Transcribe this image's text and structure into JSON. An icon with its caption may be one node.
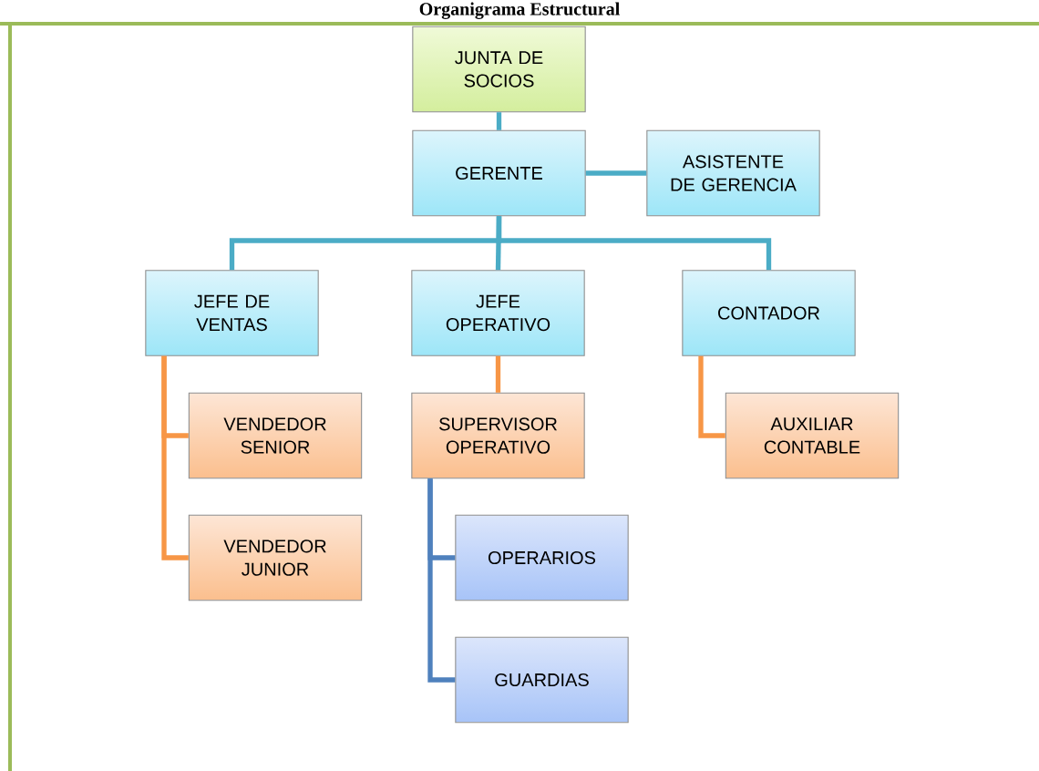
{
  "diagram": {
    "title": "Organigrama Estructural",
    "nodes": [
      {
        "text": [
          "JUNTA DE SOCIOS"
        ]
      },
      {
        "text": [
          "GERENTE"
        ]
      },
      {
        "text": [
          "ASISTENTE DE GERENCIA"
        ]
      },
      {
        "text": [
          "JEFE DE VENTAS"
        ]
      },
      {
        "text": [
          "JEFE OPERATIVO"
        ]
      },
      {
        "text": [
          "CONTADOR"
        ]
      },
      {
        "text": [
          "VENDEDOR SENIOR"
        ]
      },
      {
        "text": [
          "VENDEDOR JUNIOR"
        ]
      },
      {
        "text": [
          "SUPERVISOR OPERATIVO"
        ]
      },
      {
        "text": [
          "OPERARIOS"
        ]
      },
      {
        "text": [
          "GUARDIAS"
        ]
      },
      {
        "text": [
          "AUXILIAR CONTABLE"
        ]
      }
    ],
    "edges": [
      {
        "from": 0,
        "to": 1,
        "arrow": "none"
      },
      {
        "from": 1,
        "to": 2,
        "arrow": "none"
      },
      {
        "from": 1,
        "to": 3,
        "arrow": "none"
      },
      {
        "from": 1,
        "to": 4,
        "arrow": "none"
      },
      {
        "from": 1,
        "to": 5,
        "arrow": "none"
      },
      {
        "from": 3,
        "to": 6,
        "arrow": "none",
        "color": "#f79646"
      },
      {
        "from": 3,
        "to": 7,
        "arrow": "none",
        "color": "#f79646"
      },
      {
        "from": 4,
        "to": 8,
        "arrow": "none",
        "color": "#f79646"
      },
      {
        "from": 8,
        "to": 9,
        "arrow": "none",
        "color": "#4f81bd"
      },
      {
        "from": 8,
        "to": 10,
        "arrow": "none",
        "color": "#4f81bd"
      },
      {
        "from": 5,
        "to": 11,
        "arrow": "none",
        "color": "#f79646"
      }
    ]
  }
}
